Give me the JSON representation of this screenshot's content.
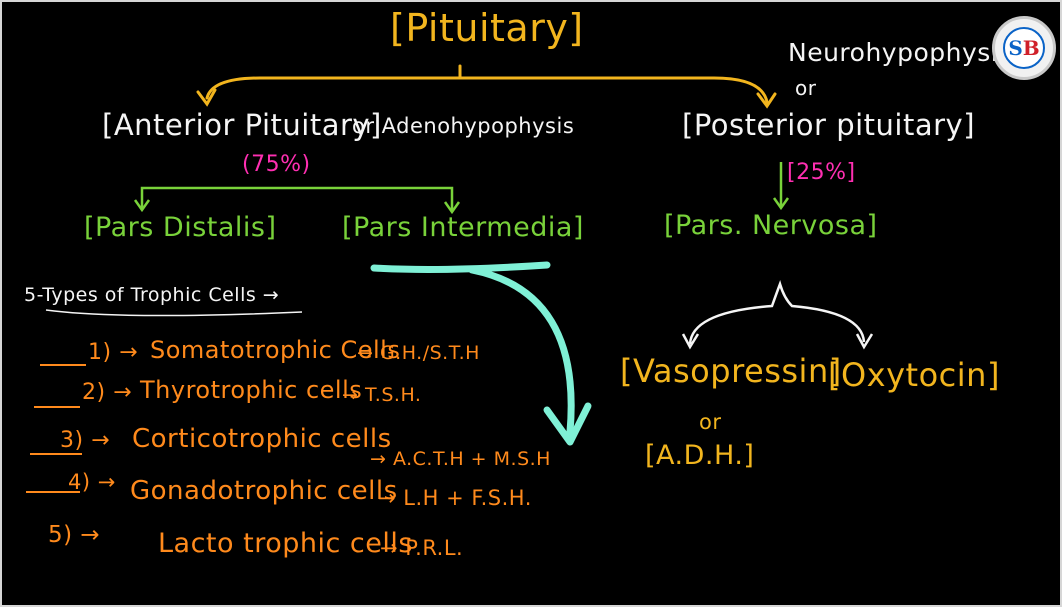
{
  "title": "[Pituitary]",
  "anterior": {
    "label": "[Anterior Pituitary]",
    "alt": "or Adenohypophysis",
    "percent": "(75%)",
    "branches": [
      "[Pars Distalis]",
      "[Pars Intermedia]"
    ]
  },
  "posterior": {
    "alt_name": "Neurohypophysis",
    "or": "or",
    "label": "[Posterior pituitary]",
    "percent": "[25%]",
    "branch": "[Pars. Nervosa]",
    "hormones": {
      "vasopressin": "[Vasopressin]",
      "or": "or",
      "adh": "[A.D.H.]",
      "oxytocin": "[Oxytocin]"
    }
  },
  "trophic": {
    "heading": "5-Types of Trophic Cells →",
    "items": [
      {
        "num": "1) →",
        "cell": "Somatotrophic Cells",
        "hormone": "→ G.H./S.T.H"
      },
      {
        "num": "2) →",
        "cell": "Thyrotrophic cells",
        "hormone": "→ T.S.H."
      },
      {
        "num": "3) →",
        "cell": "Corticotrophic cells",
        "hormone": "→ A.C.T.H + M.S.H"
      },
      {
        "num": "4) →",
        "cell": "Gonadotrophic cells",
        "hormone": "→ L.H + F.S.H."
      },
      {
        "num": "5) →",
        "cell": "Lacto trophic cells",
        "hormone": "→ P.R.L."
      }
    ]
  },
  "colors": {
    "background": "#000000",
    "yellow": "#f2b51e",
    "white": "#f5f5f5",
    "magenta": "#ff2fb2",
    "green": "#79d23a",
    "orange": "#ff8a1c",
    "cyan": "#7ff0d6"
  },
  "logo": {
    "letters": [
      "S",
      "B"
    ],
    "icon": "sb-logo-icon"
  }
}
